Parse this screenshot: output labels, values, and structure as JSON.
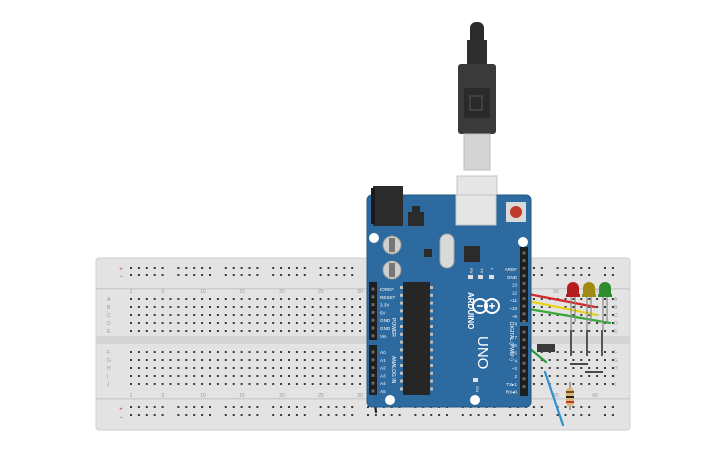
{
  "breadboard": {
    "row_letters_top": [
      "A",
      "B",
      "C",
      "D",
      "E"
    ],
    "row_letters_bottom": [
      "F",
      "G",
      "H",
      "I",
      "J"
    ],
    "column_numbers": [
      "1",
      "5",
      "10",
      "15",
      "20",
      "25",
      "30"
    ],
    "column_numbers_right": [
      "55",
      "60"
    ],
    "rail_plus": "+",
    "rail_minus": "−"
  },
  "arduino": {
    "brand": "ARDUINO",
    "model": "UNO",
    "power_header_label": "POWER",
    "analog_header_label": "ANALOG IN",
    "digital_header_label": "DIGITAL (PWM~)",
    "power_pins": [
      "IOREF",
      "RESET",
      "3.3V",
      "5V",
      "GND",
      "GND",
      "Vin"
    ],
    "analog_pins": [
      "A0",
      "A1",
      "A2",
      "A3",
      "A4",
      "A5"
    ],
    "digital_pins_top": [
      "AREF",
      "GND",
      "13",
      "12",
      "~11",
      "~10",
      "~9",
      "8"
    ],
    "digital_pins_bottom": [
      "7",
      "~6",
      "~5",
      "4",
      "~3",
      "2",
      "TX▸1",
      "RX◂0"
    ],
    "led_labels": [
      "RX",
      "TX",
      "L"
    ],
    "on_label": "ON"
  },
  "leds": [
    {
      "color_name": "red",
      "color": "#b71c1c"
    },
    {
      "color_name": "yellow",
      "color": "#a08a14"
    },
    {
      "color_name": "green",
      "color": "#2e8b2e"
    }
  ],
  "wires": [
    {
      "name": "wire-red",
      "color": "#d62828"
    },
    {
      "name": "wire-yellow",
      "color": "#e8d21e"
    },
    {
      "name": "wire-green",
      "color": "#39a83a"
    },
    {
      "name": "wire-green-2",
      "color": "#2e9c3a"
    },
    {
      "name": "wire-blue",
      "color": "#2f8fd0"
    }
  ],
  "colors": {
    "board": "#2d6a9f",
    "breadboard": "#e3e3e3",
    "usb_body": "#3a3a3a"
  }
}
